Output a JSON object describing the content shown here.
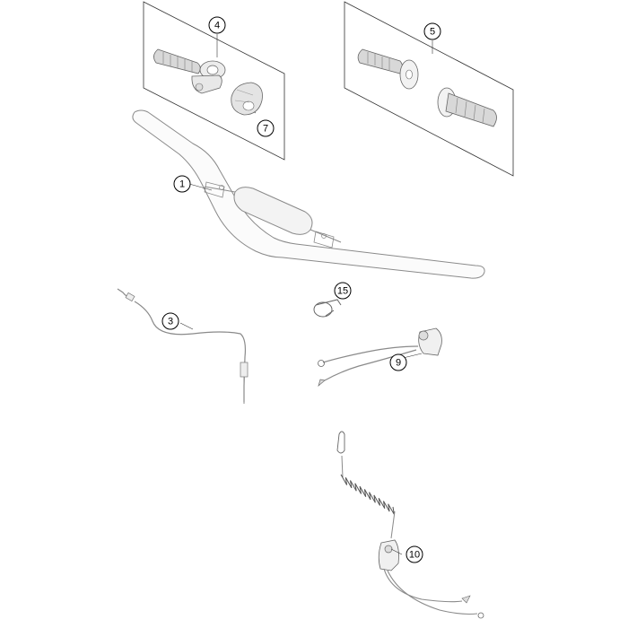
{
  "diagram": {
    "callouts": [
      {
        "id": "4",
        "part": "throttle-grip-assembly"
      },
      {
        "id": "7",
        "part": "throttle-housing-cover"
      },
      {
        "id": "5",
        "part": "grip-set"
      },
      {
        "id": "1",
        "part": "handlebar"
      },
      {
        "id": "3",
        "part": "throttle-cable"
      },
      {
        "id": "15",
        "part": "cable-tie"
      },
      {
        "id": "9",
        "part": "kill-switch"
      },
      {
        "id": "10",
        "part": "emergency-stop-lanyard-switch"
      }
    ],
    "colors": {
      "line": "#8a8a8a",
      "part_fill": "#f4f4f4",
      "grip_fill": "#d8d8d8",
      "callout": "#000000",
      "box": "#333333"
    }
  }
}
